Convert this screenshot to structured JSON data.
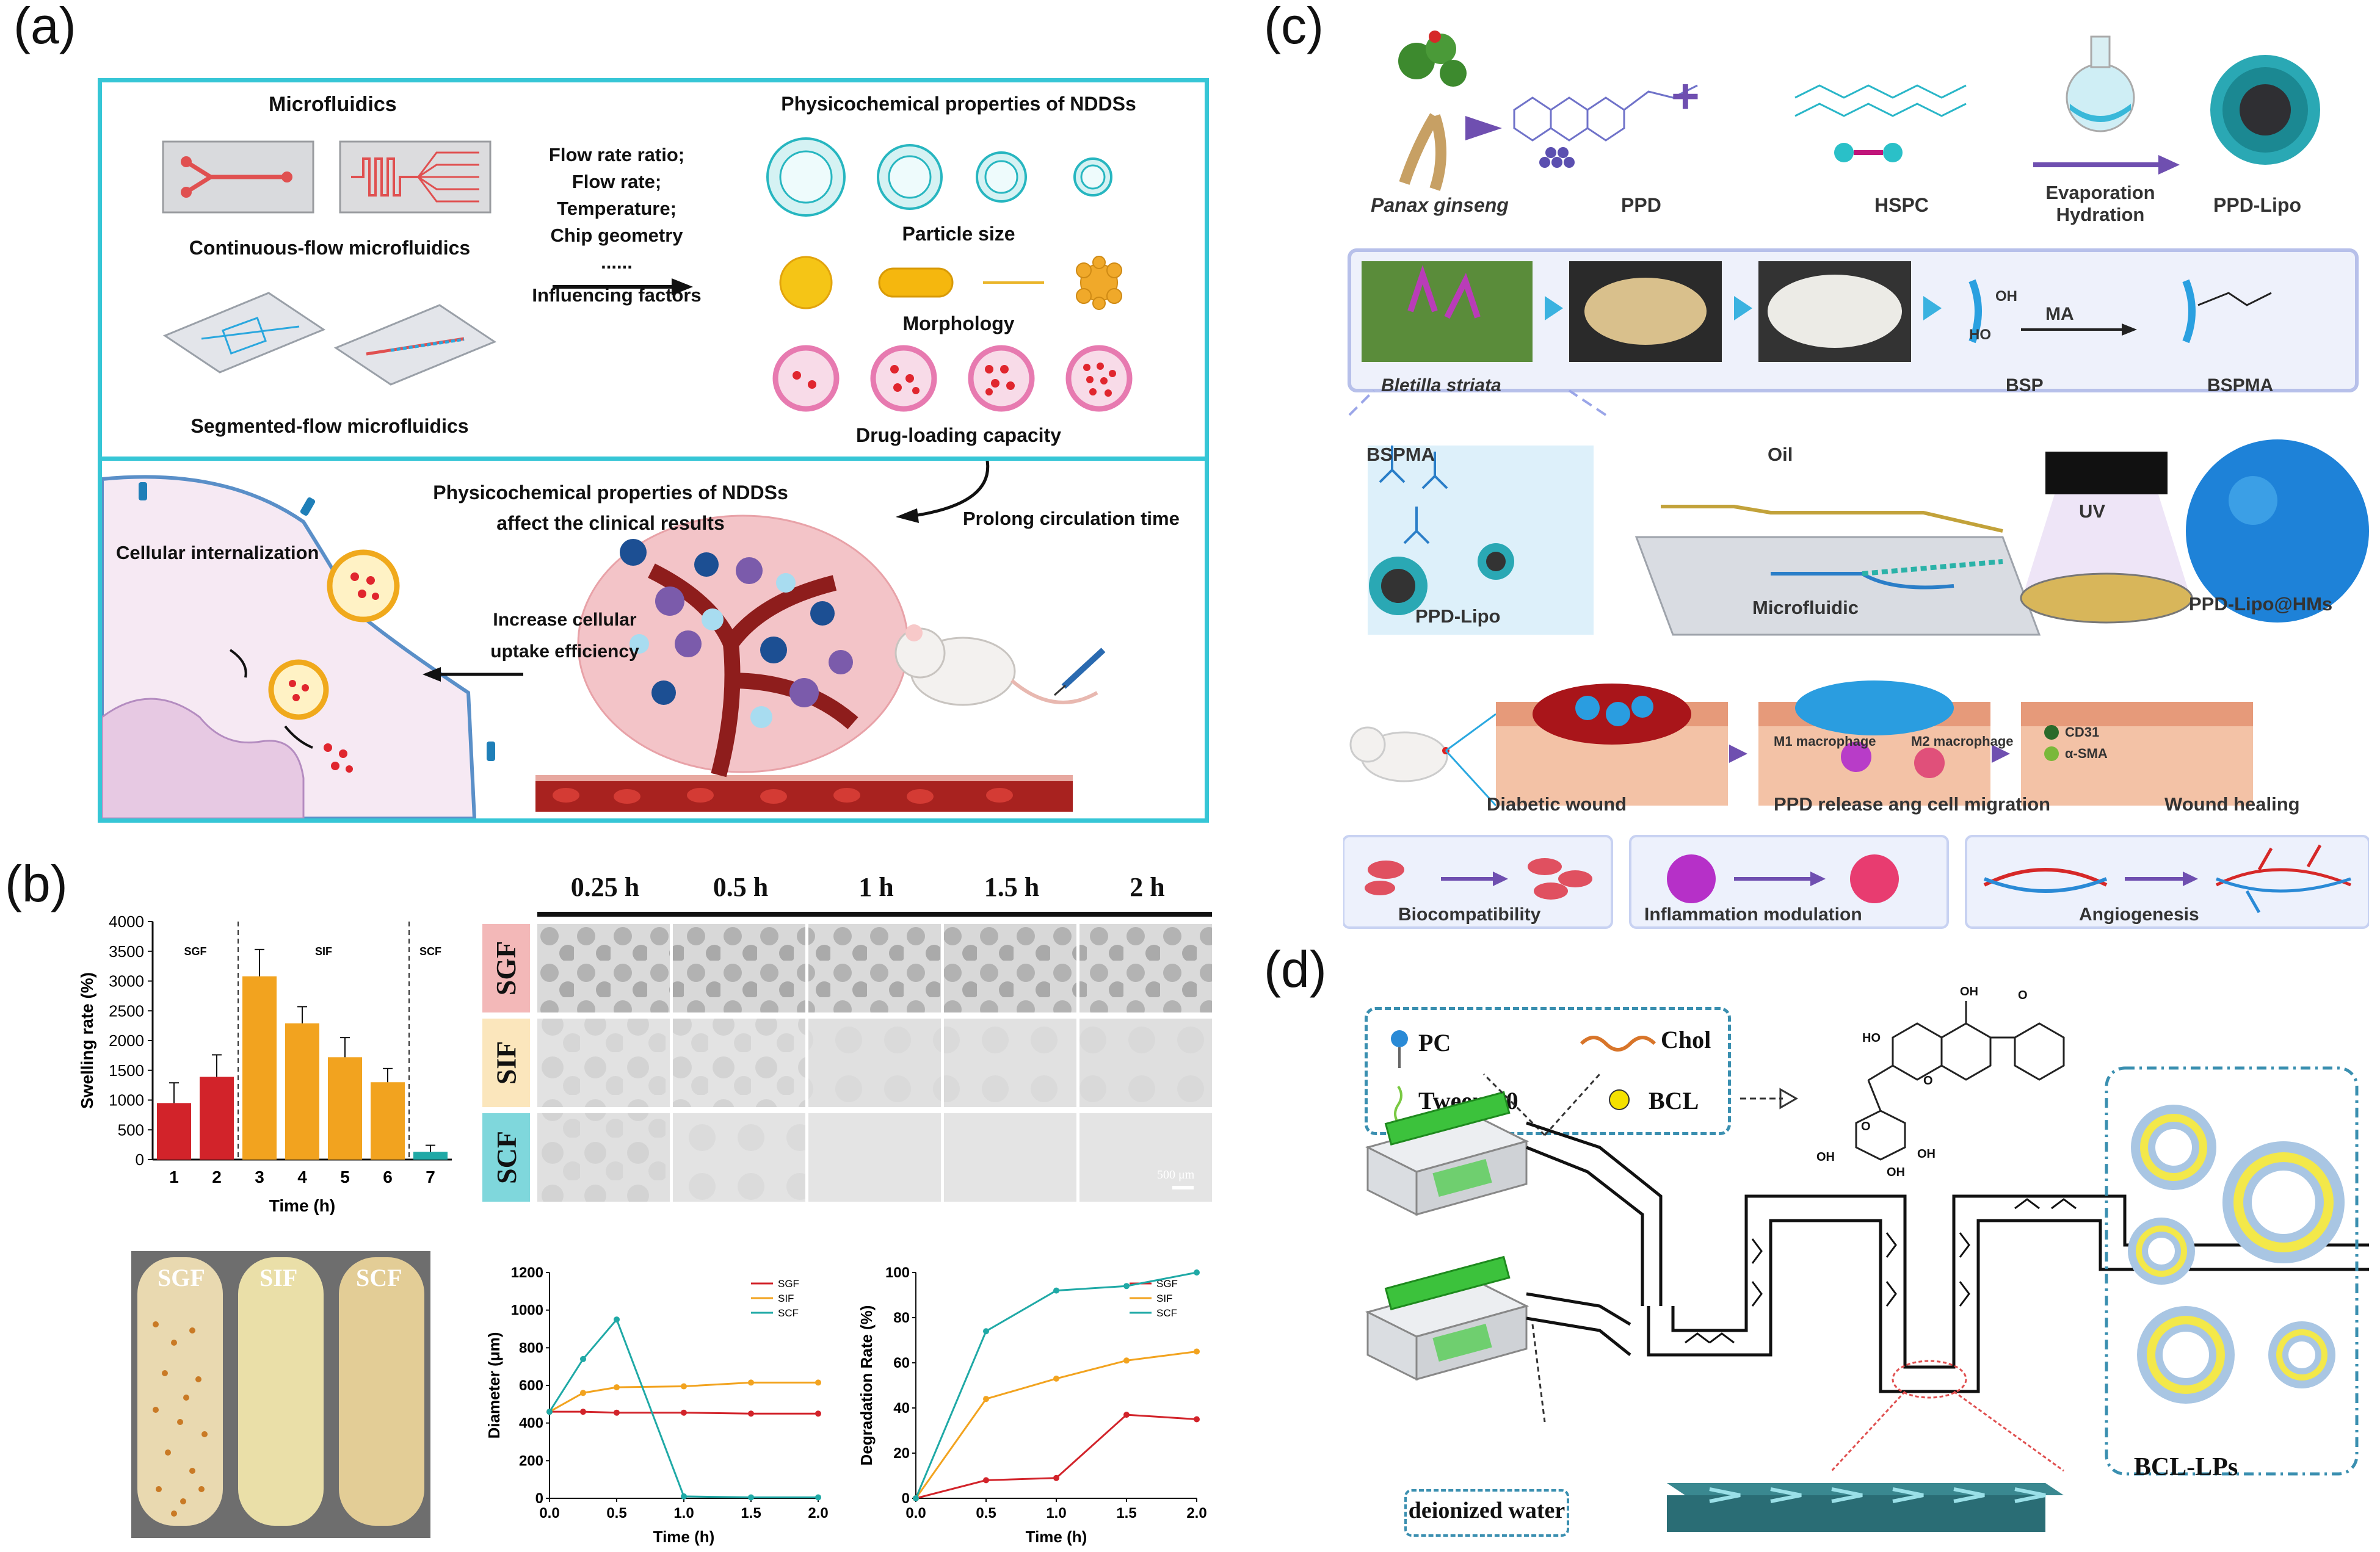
{
  "panels": {
    "a": "(a)",
    "b": "(b)",
    "c": "(c)",
    "d": "(d)"
  },
  "a": {
    "microfluidics": "Microfluidics",
    "continuous": "Continuous-flow microfluidics",
    "segmented": "Segmented-flow microfluidics",
    "factors": [
      "Flow rate ratio;",
      "Flow rate;",
      "Temperature;",
      "Chip geometry",
      "......",
      "Influencing factors"
    ],
    "phys_title": "Physicochemical properties of NDDSs",
    "particle_size": "Particle size",
    "morphology": "Morphology",
    "drug_loading": "Drug-loading capacity",
    "affect_line1": "Physicochemical properties of NDDSs",
    "affect_line2": "affect the clinical results",
    "prolong": "Prolong circulation time",
    "internalization": "Cellular internalization",
    "uptake_line1": "Increase cellular",
    "uptake_line2": "uptake efficiency"
  },
  "b": {
    "times": [
      "0.25 h",
      "0.5 h",
      "1 h",
      "1.5 h",
      "2 h"
    ],
    "rows": [
      "SGF",
      "SIF",
      "SCF"
    ],
    "tubes": [
      "SGF",
      "SIF",
      "SCF"
    ],
    "scale": "500 μm"
  },
  "c": {
    "row1": [
      "Panax ginseng",
      "PPD",
      "HSPC",
      "Evaporation",
      "Hydration",
      "PPD-Lipo"
    ],
    "row2": [
      "Bletilla striata",
      "BSP",
      "MA",
      "BSPMA",
      "OH",
      "HO"
    ],
    "row3": [
      "BSPMA",
      "Oil",
      "UV",
      "PPD-Lipo",
      "Microfluidic",
      "PPD-Lipo@HMs"
    ],
    "row4": [
      "Diabetic wound",
      "M1 macrophage",
      "M2 macrophage",
      "PPD release ang  cell migration",
      "CD31",
      "α-SMA",
      "Wound healing"
    ],
    "row5": [
      "Biocompatibility",
      "Inflammation modulation",
      "Angiogenesis"
    ]
  },
  "d": {
    "legend": [
      "PC",
      "Chol",
      "Tween-80",
      "BCL"
    ],
    "water": "deionized water",
    "product": "BCL-LPs",
    "chem": [
      "OH",
      "HO",
      "O",
      "O",
      "O",
      "OH",
      "OH",
      "OH"
    ]
  },
  "colors": {
    "frame": "#36c6d6",
    "sgf": "#d2232a",
    "sif": "#f2a31f",
    "scf": "#1fa9a6",
    "pump": "#3cc23c"
  },
  "chart_data": [
    {
      "type": "bar",
      "ylabel": "Swelling rate (%)",
      "xlabel": "Time (h)",
      "ylim": [
        0,
        4000
      ],
      "yticks": [
        "0",
        "500",
        "1000",
        "1500",
        "2000",
        "2500",
        "3000",
        "3500",
        "4000"
      ],
      "categories": [
        "1",
        "2",
        "3",
        "4",
        "5",
        "6",
        "7"
      ],
      "values": [
        950,
        1390,
        3080,
        2290,
        1720,
        1300,
        130
      ],
      "errors": [
        340,
        370,
        450,
        280,
        330,
        230,
        110
      ],
      "region_labels": [
        "SGF",
        "SIF",
        "SCF"
      ],
      "bar_colors": [
        "#d2232a",
        "#d2232a",
        "#f2a31f",
        "#f2a31f",
        "#f2a31f",
        "#f2a31f",
        "#1fa9a6"
      ]
    },
    {
      "type": "line",
      "ylabel": "Diameter (μm)",
      "xlabel": "Time (h)",
      "ylim": [
        0,
        1200
      ],
      "xlim": [
        0,
        2
      ],
      "yticks": [
        "0",
        "200",
        "400",
        "600",
        "800",
        "1000",
        "1200"
      ],
      "xticks": [
        "0.0",
        "0.5",
        "1.0",
        "1.5",
        "2.0"
      ],
      "x": [
        0,
        0.25,
        0.5,
        1.0,
        1.5,
        2.0
      ],
      "series": [
        {
          "name": "SGF",
          "values": [
            460,
            460,
            455,
            455,
            450,
            450
          ]
        },
        {
          "name": "SIF",
          "values": [
            460,
            560,
            590,
            595,
            615,
            615
          ]
        },
        {
          "name": "SCF",
          "values": [
            460,
            740,
            950,
            10,
            5,
            5
          ]
        }
      ]
    },
    {
      "type": "line",
      "ylabel": "Degradation Rate (%)",
      "xlabel": "Time (h)",
      "ylim": [
        0,
        100
      ],
      "xlim": [
        0,
        2
      ],
      "yticks": [
        "0",
        "20",
        "40",
        "60",
        "80",
        "100"
      ],
      "xticks": [
        "0.0",
        "0.5",
        "1.0",
        "1.5",
        "2.0"
      ],
      "x": [
        0,
        0.5,
        1.0,
        1.5,
        2.0
      ],
      "series": [
        {
          "name": "SGF",
          "values": [
            0,
            8,
            9,
            37,
            35
          ]
        },
        {
          "name": "SIF",
          "values": [
            0,
            44,
            53,
            61,
            65
          ]
        },
        {
          "name": "SCF",
          "values": [
            0,
            74,
            92,
            94,
            100
          ]
        }
      ]
    }
  ]
}
